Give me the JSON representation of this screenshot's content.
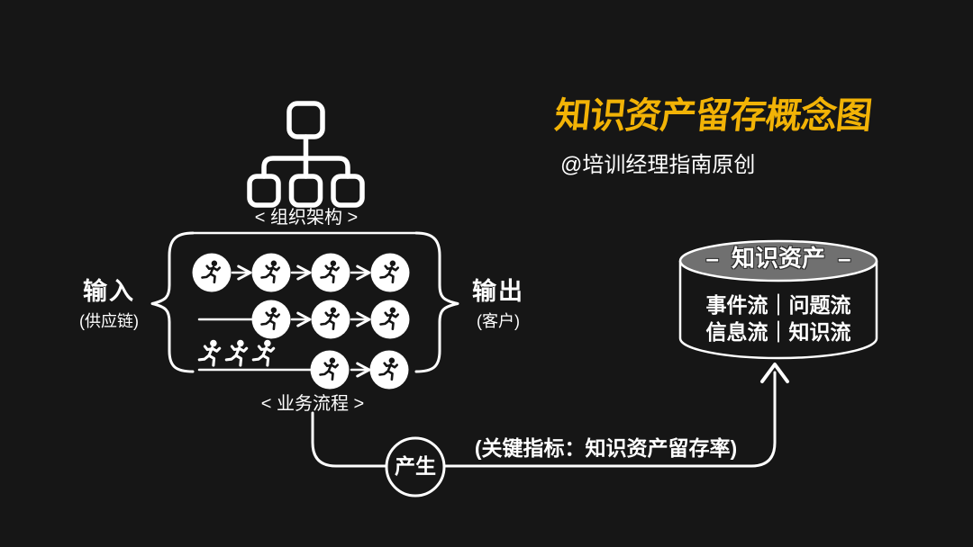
{
  "theme": {
    "background": "#161616",
    "foreground": "#ffffff",
    "accent_yellow": "#F2B306",
    "cylinder_top_gray": "#707070"
  },
  "header": {
    "title": "知识资产留存概念图",
    "byline": "@培训经理指南原创"
  },
  "org_chart": {
    "label": "< 组织架构 >",
    "icon": "org-chart-icon"
  },
  "process": {
    "input": {
      "label": "输入",
      "sub": "(供应链)"
    },
    "output": {
      "label": "输出",
      "sub": "(客户)"
    },
    "label": "< 业务流程 >",
    "rows": [
      {
        "circles": 4,
        "arrows": 3,
        "lead_line": false,
        "outline_runners": 0
      },
      {
        "circles": 3,
        "arrows": 2,
        "lead_line": true,
        "outline_runners": 0
      },
      {
        "circles": 2,
        "arrows": 1,
        "lead_line": true,
        "outline_runners": 3
      }
    ],
    "runner_icon": "running-person-icon"
  },
  "knowledge_asset": {
    "dash": "–",
    "title": "知识资产",
    "row1": "事件流｜问题流",
    "row2": "信息流｜知识流"
  },
  "kpi": {
    "produce": "产生",
    "label": "(关键指标：知识资产留存率)"
  }
}
